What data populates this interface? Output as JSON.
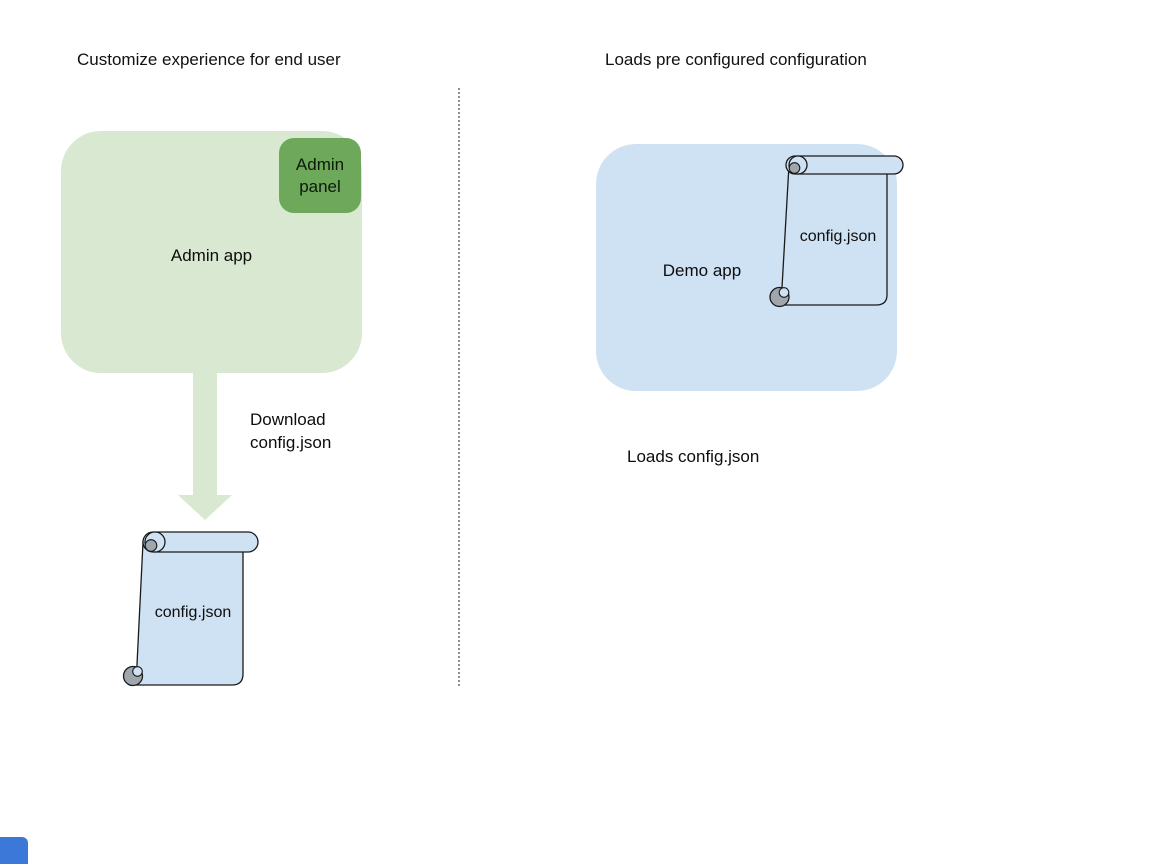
{
  "left": {
    "title": "Customize experience for end user",
    "admin_app_label": "Admin app",
    "admin_panel_label": "Admin panel",
    "download_label": "Download\nconfig.json",
    "config_label": "config.json"
  },
  "right": {
    "title": "Loads pre configured configuration",
    "demo_app_label": "Demo app",
    "config_label": "config.json",
    "caption": "Loads config.json"
  },
  "colors": {
    "admin_app_fill": "#d8e8d1",
    "admin_panel_fill": "#6ea85a",
    "download_arrow_fill": "#d8e8d1",
    "demo_app_fill": "#cfe2f3",
    "scroll_fill": "#cfe2f3",
    "scroll_outline": "#1a1a1a",
    "scroll_curl_gray": "#9fa6ad",
    "divider_color": "#8f8f8f",
    "corner_square_fill": "#3c78d8",
    "text_color": "#000000"
  },
  "icons": {
    "download_arrow": "thick-down-arrow",
    "config_file": "vertical-scroll-shape"
  }
}
